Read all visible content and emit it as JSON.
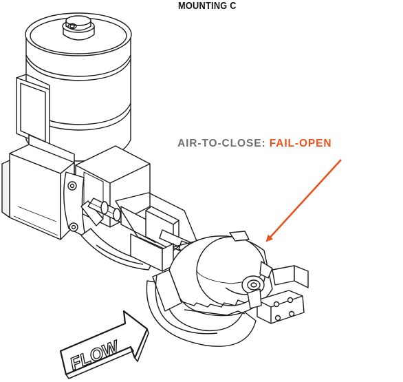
{
  "header": {
    "title": "MOUNTING C"
  },
  "callout": {
    "prefix": "AIR-TO-CLOSE: ",
    "emphasis": "FAIL-OPEN"
  },
  "flow_sign": {
    "label": "FLOW"
  },
  "colors": {
    "accent": "#e8521c",
    "label_gray": "#707070",
    "line": "#1a1a1a"
  }
}
